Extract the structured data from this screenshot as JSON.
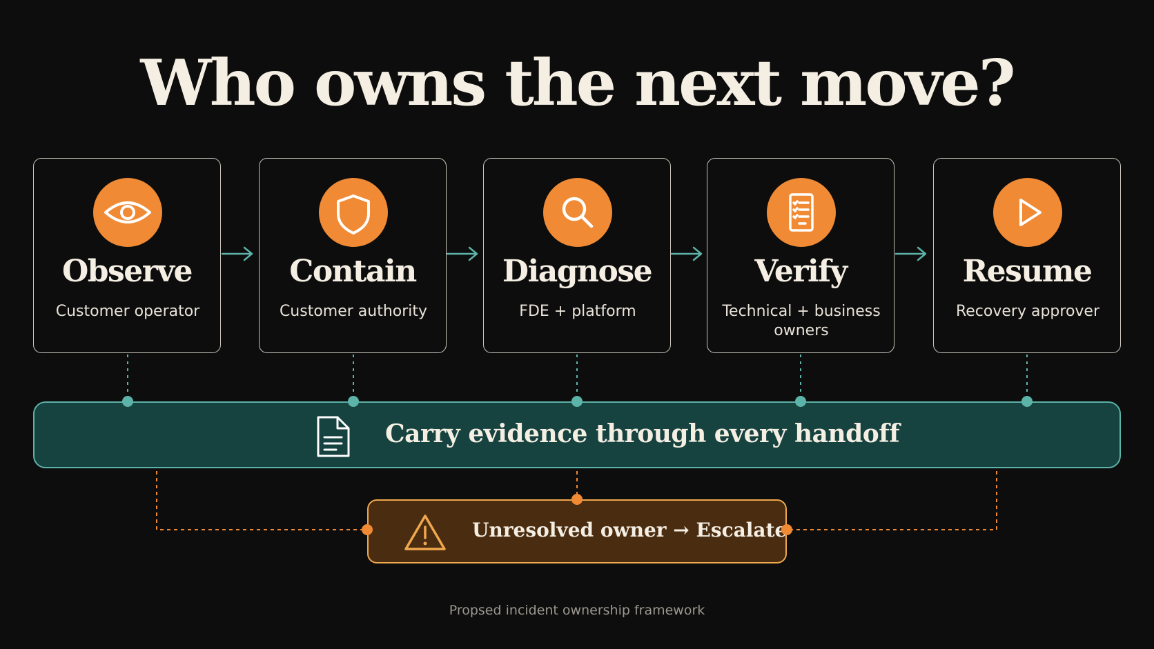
{
  "title": "Who owns the next move?",
  "steps": [
    {
      "name": "Observe",
      "owner": "Customer operator",
      "icon": "eye-icon"
    },
    {
      "name": "Contain",
      "owner": "Customer authority",
      "icon": "shield-icon"
    },
    {
      "name": "Diagnose",
      "owner": "FDE + platform",
      "icon": "search-icon"
    },
    {
      "name": "Verify",
      "owner": "Technical + business owners",
      "icon": "checklist-icon"
    },
    {
      "name": "Resume",
      "owner": "Recovery approver",
      "icon": "play-icon"
    }
  ],
  "evidence": {
    "label": "Carry evidence through every handoff",
    "icon": "document-icon"
  },
  "escalation": {
    "label": "Unresolved owner → Escalate",
    "icon": "warning-icon"
  },
  "caption": "Propsed incident ownership framework",
  "colors": {
    "background": "#0d0d0d",
    "accent_orange": "#f08a34",
    "teal_connector": "#5cb3a8",
    "evidence_fill": "#16423f",
    "escalation_fill": "#4a2c10",
    "text": "#f4eee3"
  }
}
